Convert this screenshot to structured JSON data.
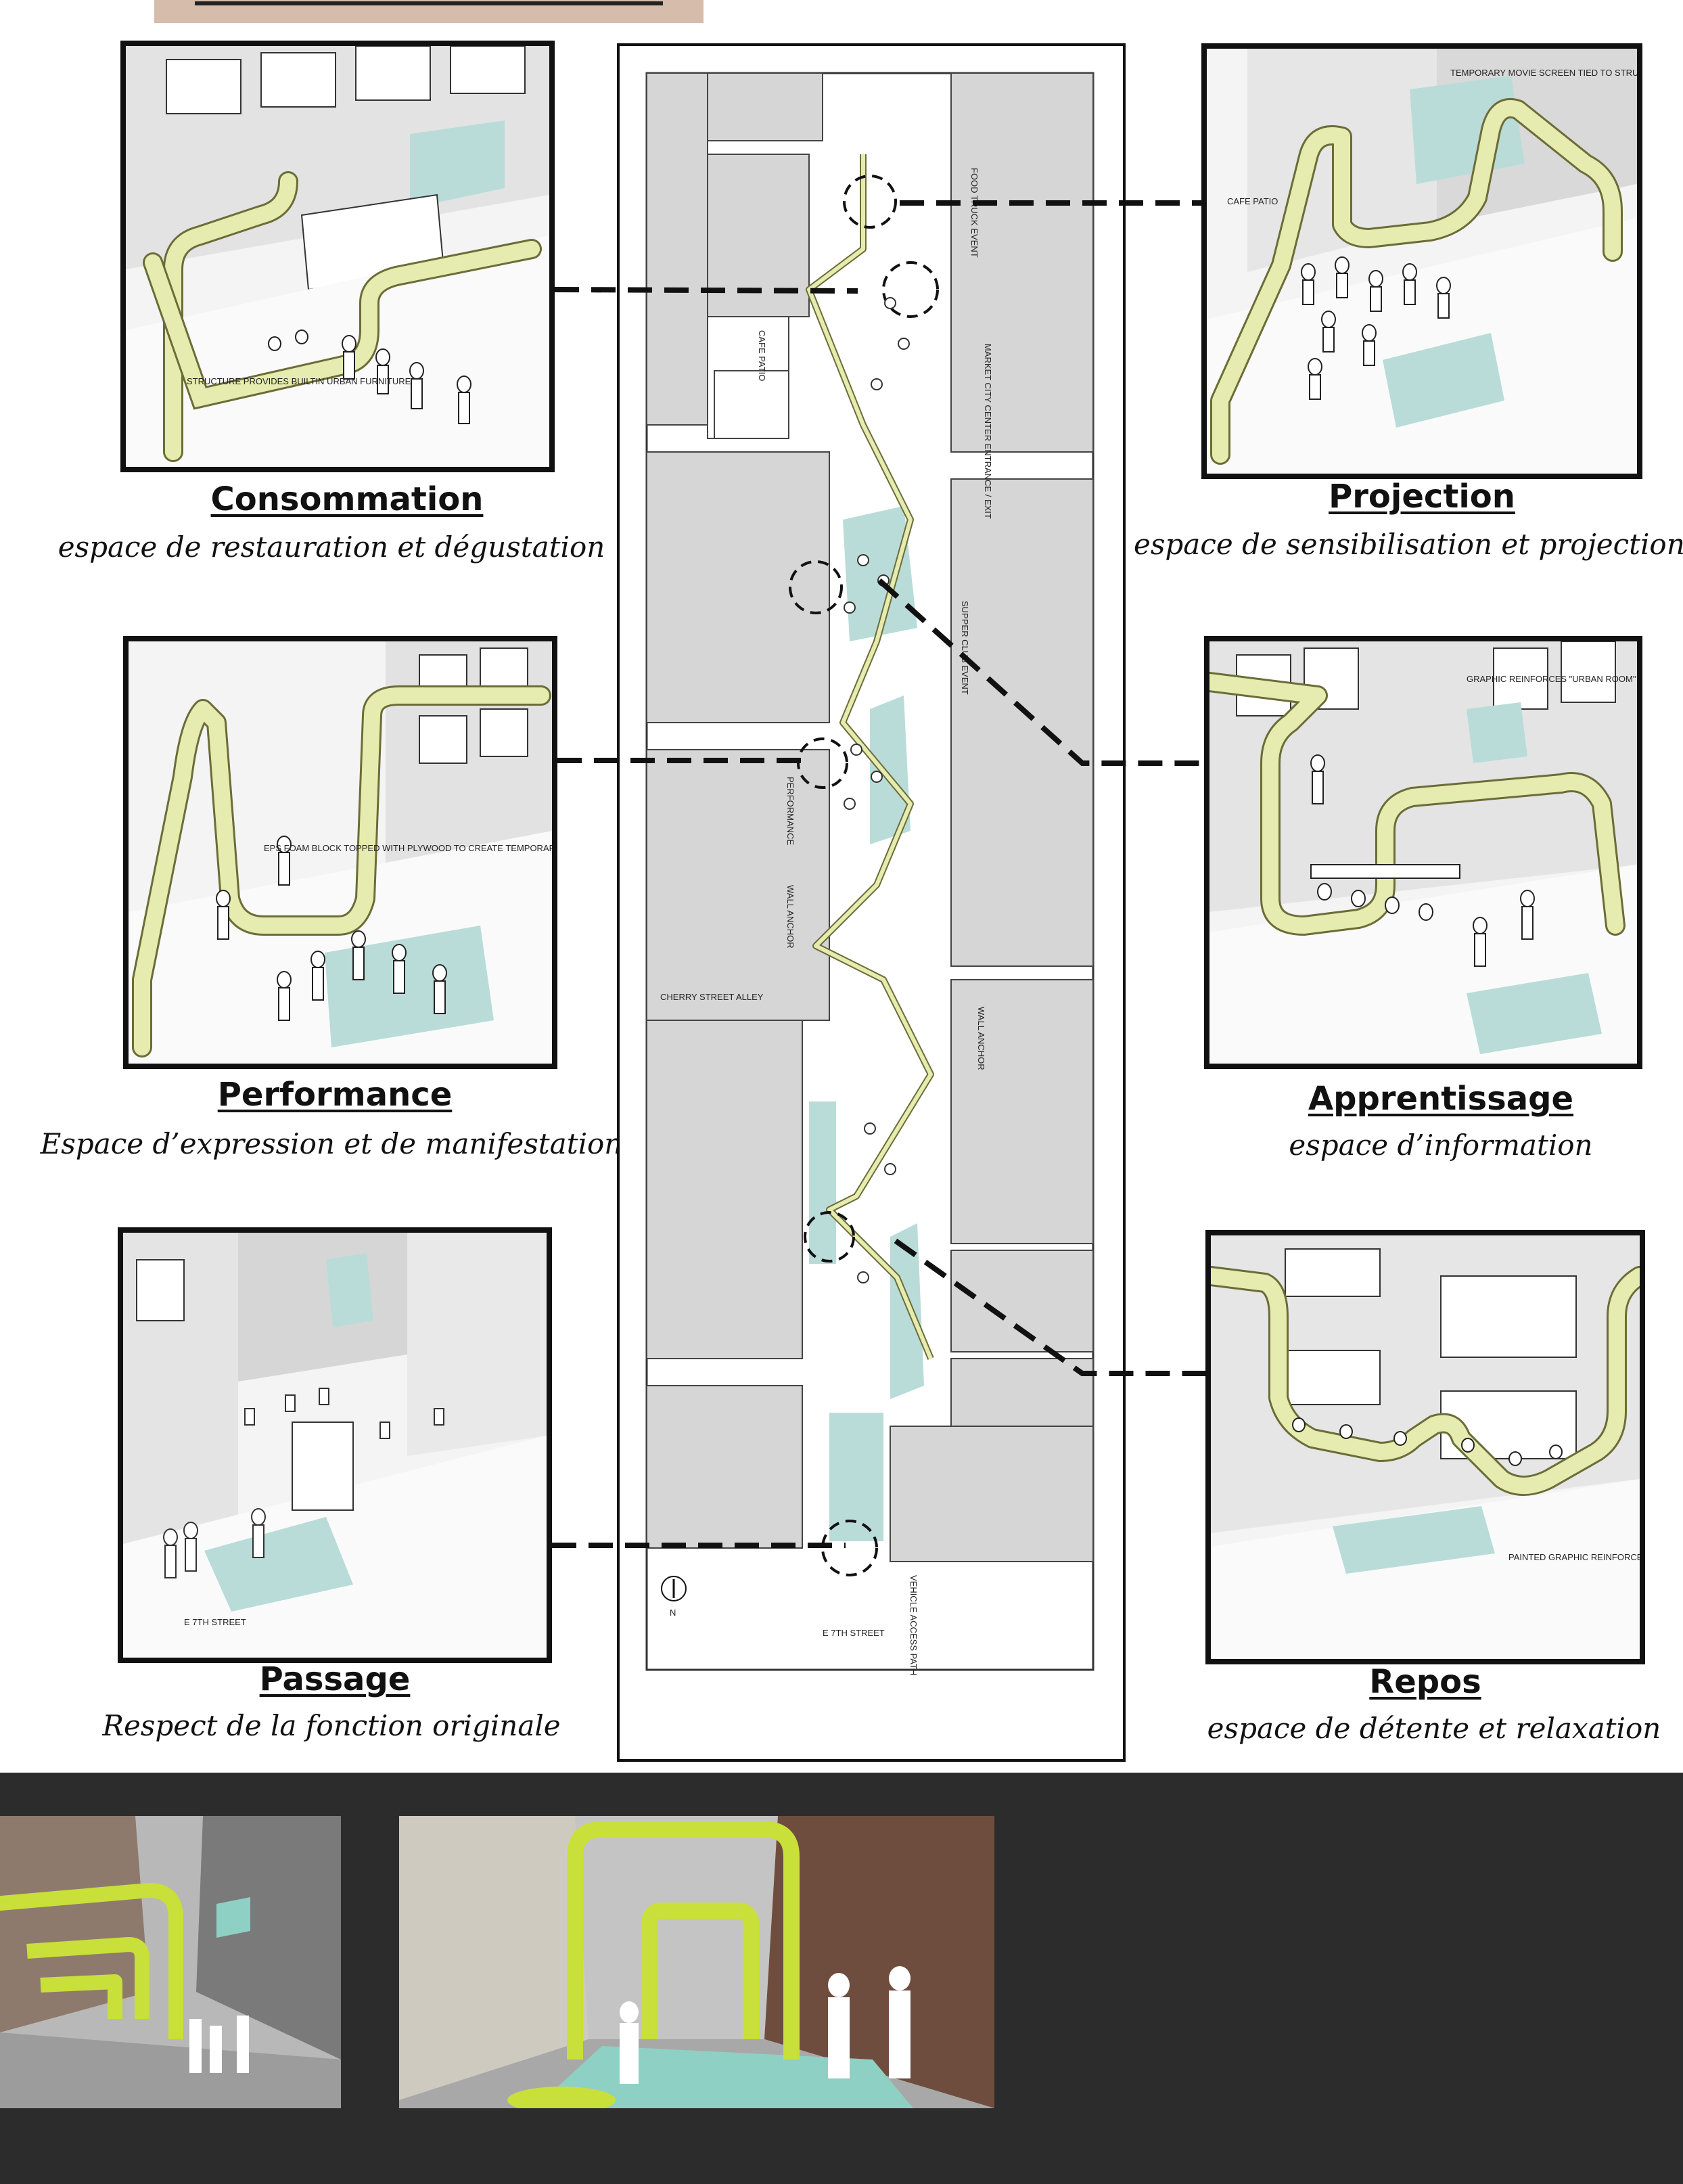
{
  "panels": [
    {
      "id": "consommation",
      "title": "Consommation",
      "subtitle": "espace de restauration et dégustation",
      "annotation": "STRUCTURE PROVIDES BUILTIN URBAN FURNITURE"
    },
    {
      "id": "projection",
      "title": "Projection",
      "subtitle": "espace de sensibilisation et projection",
      "annotation": "TEMPORARY MOVIE SCREEN TIED TO STRUCTURE",
      "annotation2": "CAFE PATIO"
    },
    {
      "id": "performance",
      "title": "Performance",
      "subtitle": "Espace d’expression et de manifestation",
      "annotation": "EPS FOAM BLOCK TOPPED WITH PLYWOOD TO CREATE TEMPORARY STAGE"
    },
    {
      "id": "apprentissage",
      "title": "Apprentissage",
      "subtitle": "espace d’information",
      "annotation": "GRAPHIC REINFORCES \"URBAN ROOM\""
    },
    {
      "id": "passage",
      "title": "Passage",
      "subtitle": "Respect de la fonction originale",
      "annotation": "E 7TH STREET"
    },
    {
      "id": "repos",
      "title": "Repos",
      "subtitle": "espace de détente et relaxation",
      "annotation": "PAINTED GRAPHIC REINFORCES SPATIAL DEFINITION OF \"URBAN ROOM\""
    }
  ],
  "plan": {
    "labels": {
      "food_truck_event": "FOOD TRUCK EVENT",
      "cafe_patio": "CAFE PATIO",
      "market_city_center": "MARKET CITY CENTER ENTRANCE / EXIT",
      "supper_club": "SUPPER CLUB EVENT",
      "performance": "PERFORMANCE",
      "wall_anchor_1": "WALL ANCHOR",
      "wall_anchor_2": "WALL ANCHOR",
      "cherry_street": "CHERRY STREET ALLEY",
      "vehicle_access": "VEHICLE ACCESS PATH",
      "e7th": "E 7TH STREET",
      "north": "N"
    }
  },
  "colors": {
    "structure": "#e6ecb0",
    "structure_edge": "#6c6c38",
    "graphic": "#b9dcd9",
    "building": "#d9d9d9",
    "lime": "#c9df3a",
    "teal": "#8fd0c4"
  }
}
